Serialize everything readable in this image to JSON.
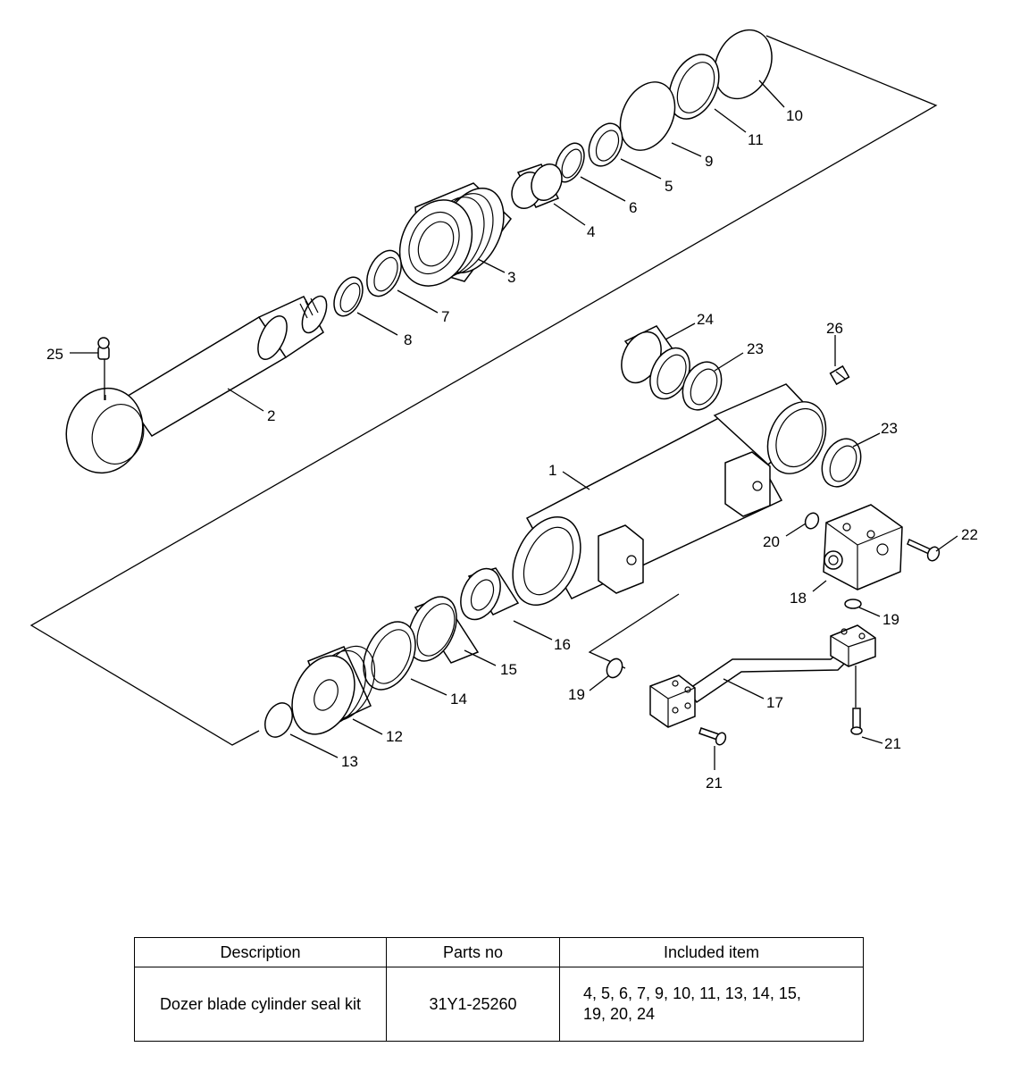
{
  "diagram": {
    "callouts": {
      "c1": "1",
      "c2": "2",
      "c3": "3",
      "c4": "4",
      "c5": "5",
      "c6": "6",
      "c7": "7",
      "c8": "8",
      "c9": "9",
      "c10": "10",
      "c11": "11",
      "c12": "12",
      "c13": "13",
      "c14": "14",
      "c15": "15",
      "c16": "16",
      "c17": "17",
      "c18": "18",
      "c19a": "19",
      "c19b": "19",
      "c20": "20",
      "c21a": "21",
      "c21b": "21",
      "c22": "22",
      "c23a": "23",
      "c23b": "23",
      "c24": "24",
      "c25": "25",
      "c26": "26"
    }
  },
  "table": {
    "headers": [
      "Description",
      "Parts no",
      "Included item"
    ],
    "row": {
      "description": "Dozer blade cylinder seal kit",
      "parts_no": "31Y1-25260",
      "included_line1": "4, 5, 6, 7, 9, 10, 11, 13, 14, 15,",
      "included_line2": "19, 20, 24"
    }
  }
}
